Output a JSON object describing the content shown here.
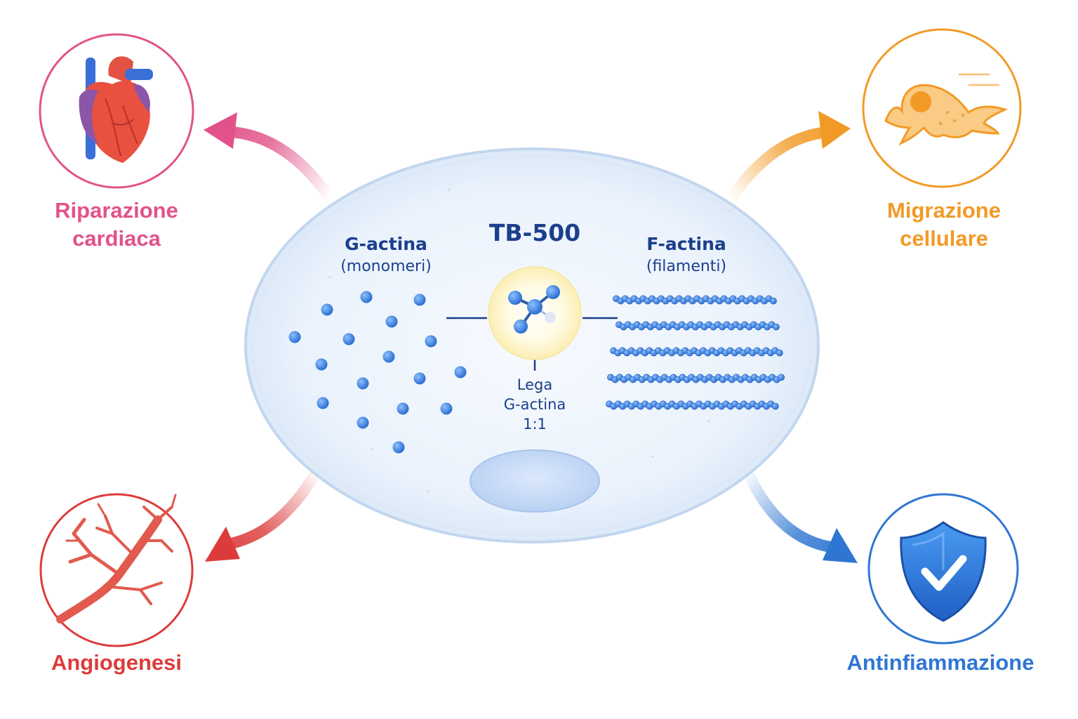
{
  "center": {
    "title": "TB-500",
    "g_actin": {
      "title": "G-actina",
      "subtitle": "(monomeri)"
    },
    "f_actin": {
      "title": "F-actina",
      "subtitle": "(filamenti)"
    },
    "binding": {
      "line1": "Lega",
      "line2": "G-actina",
      "line3": "1:1"
    }
  },
  "effects": {
    "cardiac": {
      "line1": "Riparazione",
      "line2": "cardiaca",
      "icon": "heart-icon",
      "color": "#e2528a"
    },
    "migration": {
      "line1": "Migrazione",
      "line2": "cellulare",
      "icon": "migrating-cell-icon",
      "color": "#f29a26"
    },
    "angiogenesis": {
      "line1": "Angiogenesi",
      "icon": "blood-vessel-icon",
      "color": "#dd3b3b"
    },
    "antiinflammation": {
      "line1": "Antinfiammazione",
      "icon": "shield-check-icon",
      "color": "#2f76d2"
    }
  },
  "colors": {
    "dark_blue": "#1b3f8c",
    "bead_blue": "#3d86e0",
    "cell_fill": "#eef4fc",
    "cell_border": "#c3d6ef"
  }
}
